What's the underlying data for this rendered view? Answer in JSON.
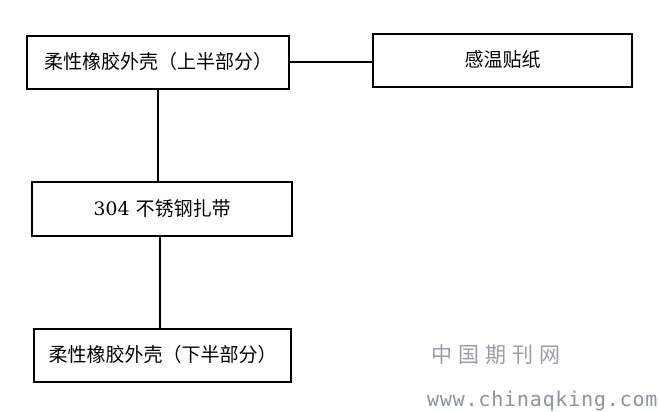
{
  "diagram": {
    "nodes": [
      {
        "id": "shell-upper",
        "label": "柔性橡胶外壳（上半部分）"
      },
      {
        "id": "temp-sticker",
        "label": "感温贴纸"
      },
      {
        "id": "cable-tie",
        "label": "304 不锈钢扎带"
      },
      {
        "id": "shell-lower",
        "label": "柔性橡胶外壳（下半部分）"
      }
    ],
    "connections": [
      {
        "from": "shell-upper",
        "to": "temp-sticker",
        "orientation": "horizontal"
      },
      {
        "from": "shell-upper",
        "to": "cable-tie",
        "orientation": "vertical"
      },
      {
        "from": "cable-tie",
        "to": "shell-lower",
        "orientation": "vertical"
      }
    ]
  },
  "watermark": {
    "site_name": "中国期刊网",
    "site_url": "www.chinaqking.com"
  },
  "colors": {
    "background": "#ffffff",
    "box_border": "#000000",
    "box_fill": "#ffffff",
    "text": "#000000",
    "watermark_name": "#9a9dac",
    "watermark_url": "#8e92a1"
  }
}
